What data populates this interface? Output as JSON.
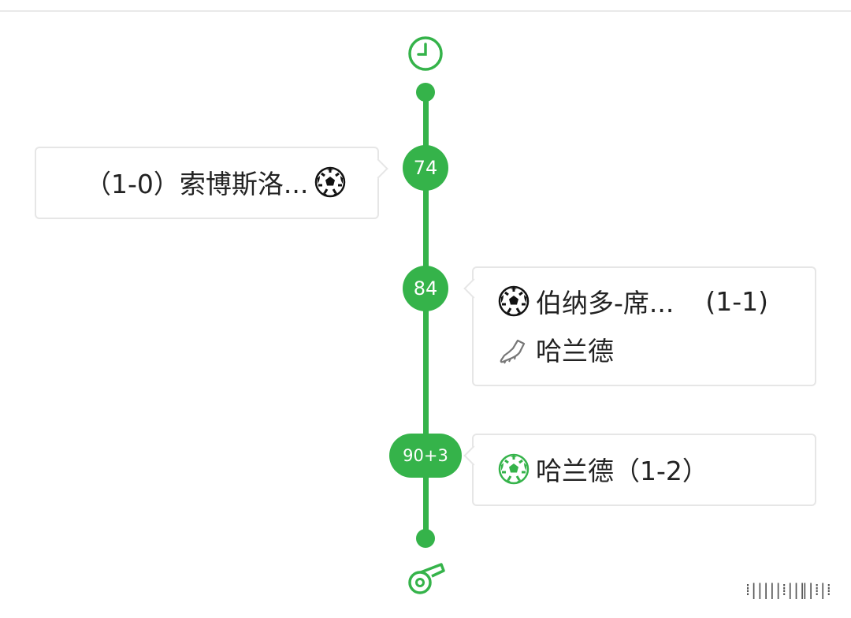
{
  "events": [
    {
      "minute": "74",
      "side": "left",
      "score": "（1-0）",
      "player": "索博斯洛...",
      "icon": "soccer-ball-icon"
    },
    {
      "minute": "84",
      "side": "right",
      "player": "伯纳多-席...",
      "score": "(1-1)",
      "icon": "soccer-ball-icon",
      "assist_player": "哈兰德",
      "assist_icon": "boot-icon"
    },
    {
      "minute": "90+3",
      "side": "right",
      "text": "哈兰德（1-2）",
      "icon": "soccer-ball-green-icon"
    }
  ],
  "icons": {
    "start": "clock-icon",
    "end": "whistle-icon"
  },
  "colors": {
    "accent": "#35b34a",
    "text": "#222222",
    "card_border": "#e6e6e6"
  },
  "footer": "⁞|||||⁞||‖|⁞|⁞"
}
